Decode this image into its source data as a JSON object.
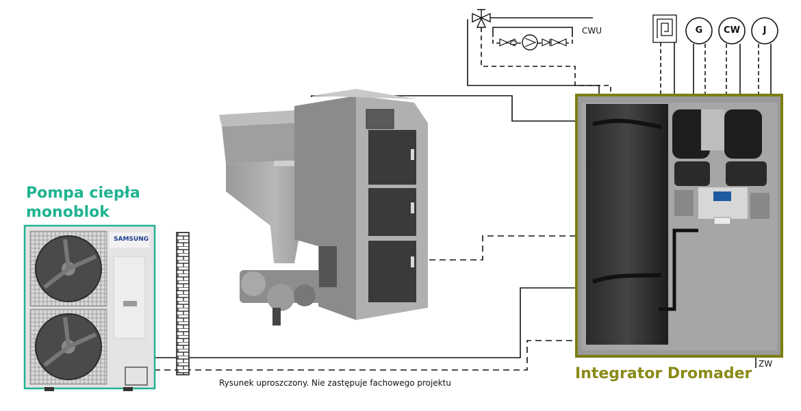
{
  "heat_pump": {
    "title_line1": "Pompa ciepła",
    "title_line2": "monoblok",
    "brand": "SAMSUNG",
    "accent_color": "#1fb391"
  },
  "integrator": {
    "title": "Integrator Dromader",
    "frame_color": "#7d7d12"
  },
  "labels": {
    "cwu": "CWU",
    "zw": "ZW",
    "g": "G",
    "cw": "CW",
    "j": "J"
  },
  "note": "Rysunek uproszczony. Nie zastępuje fachowego projektu",
  "icons": [
    "three-way-valve-icon",
    "circulation-pump-icon",
    "check-valve-icon",
    "floor-heating-coil-icon",
    "brick-wall-icon"
  ]
}
